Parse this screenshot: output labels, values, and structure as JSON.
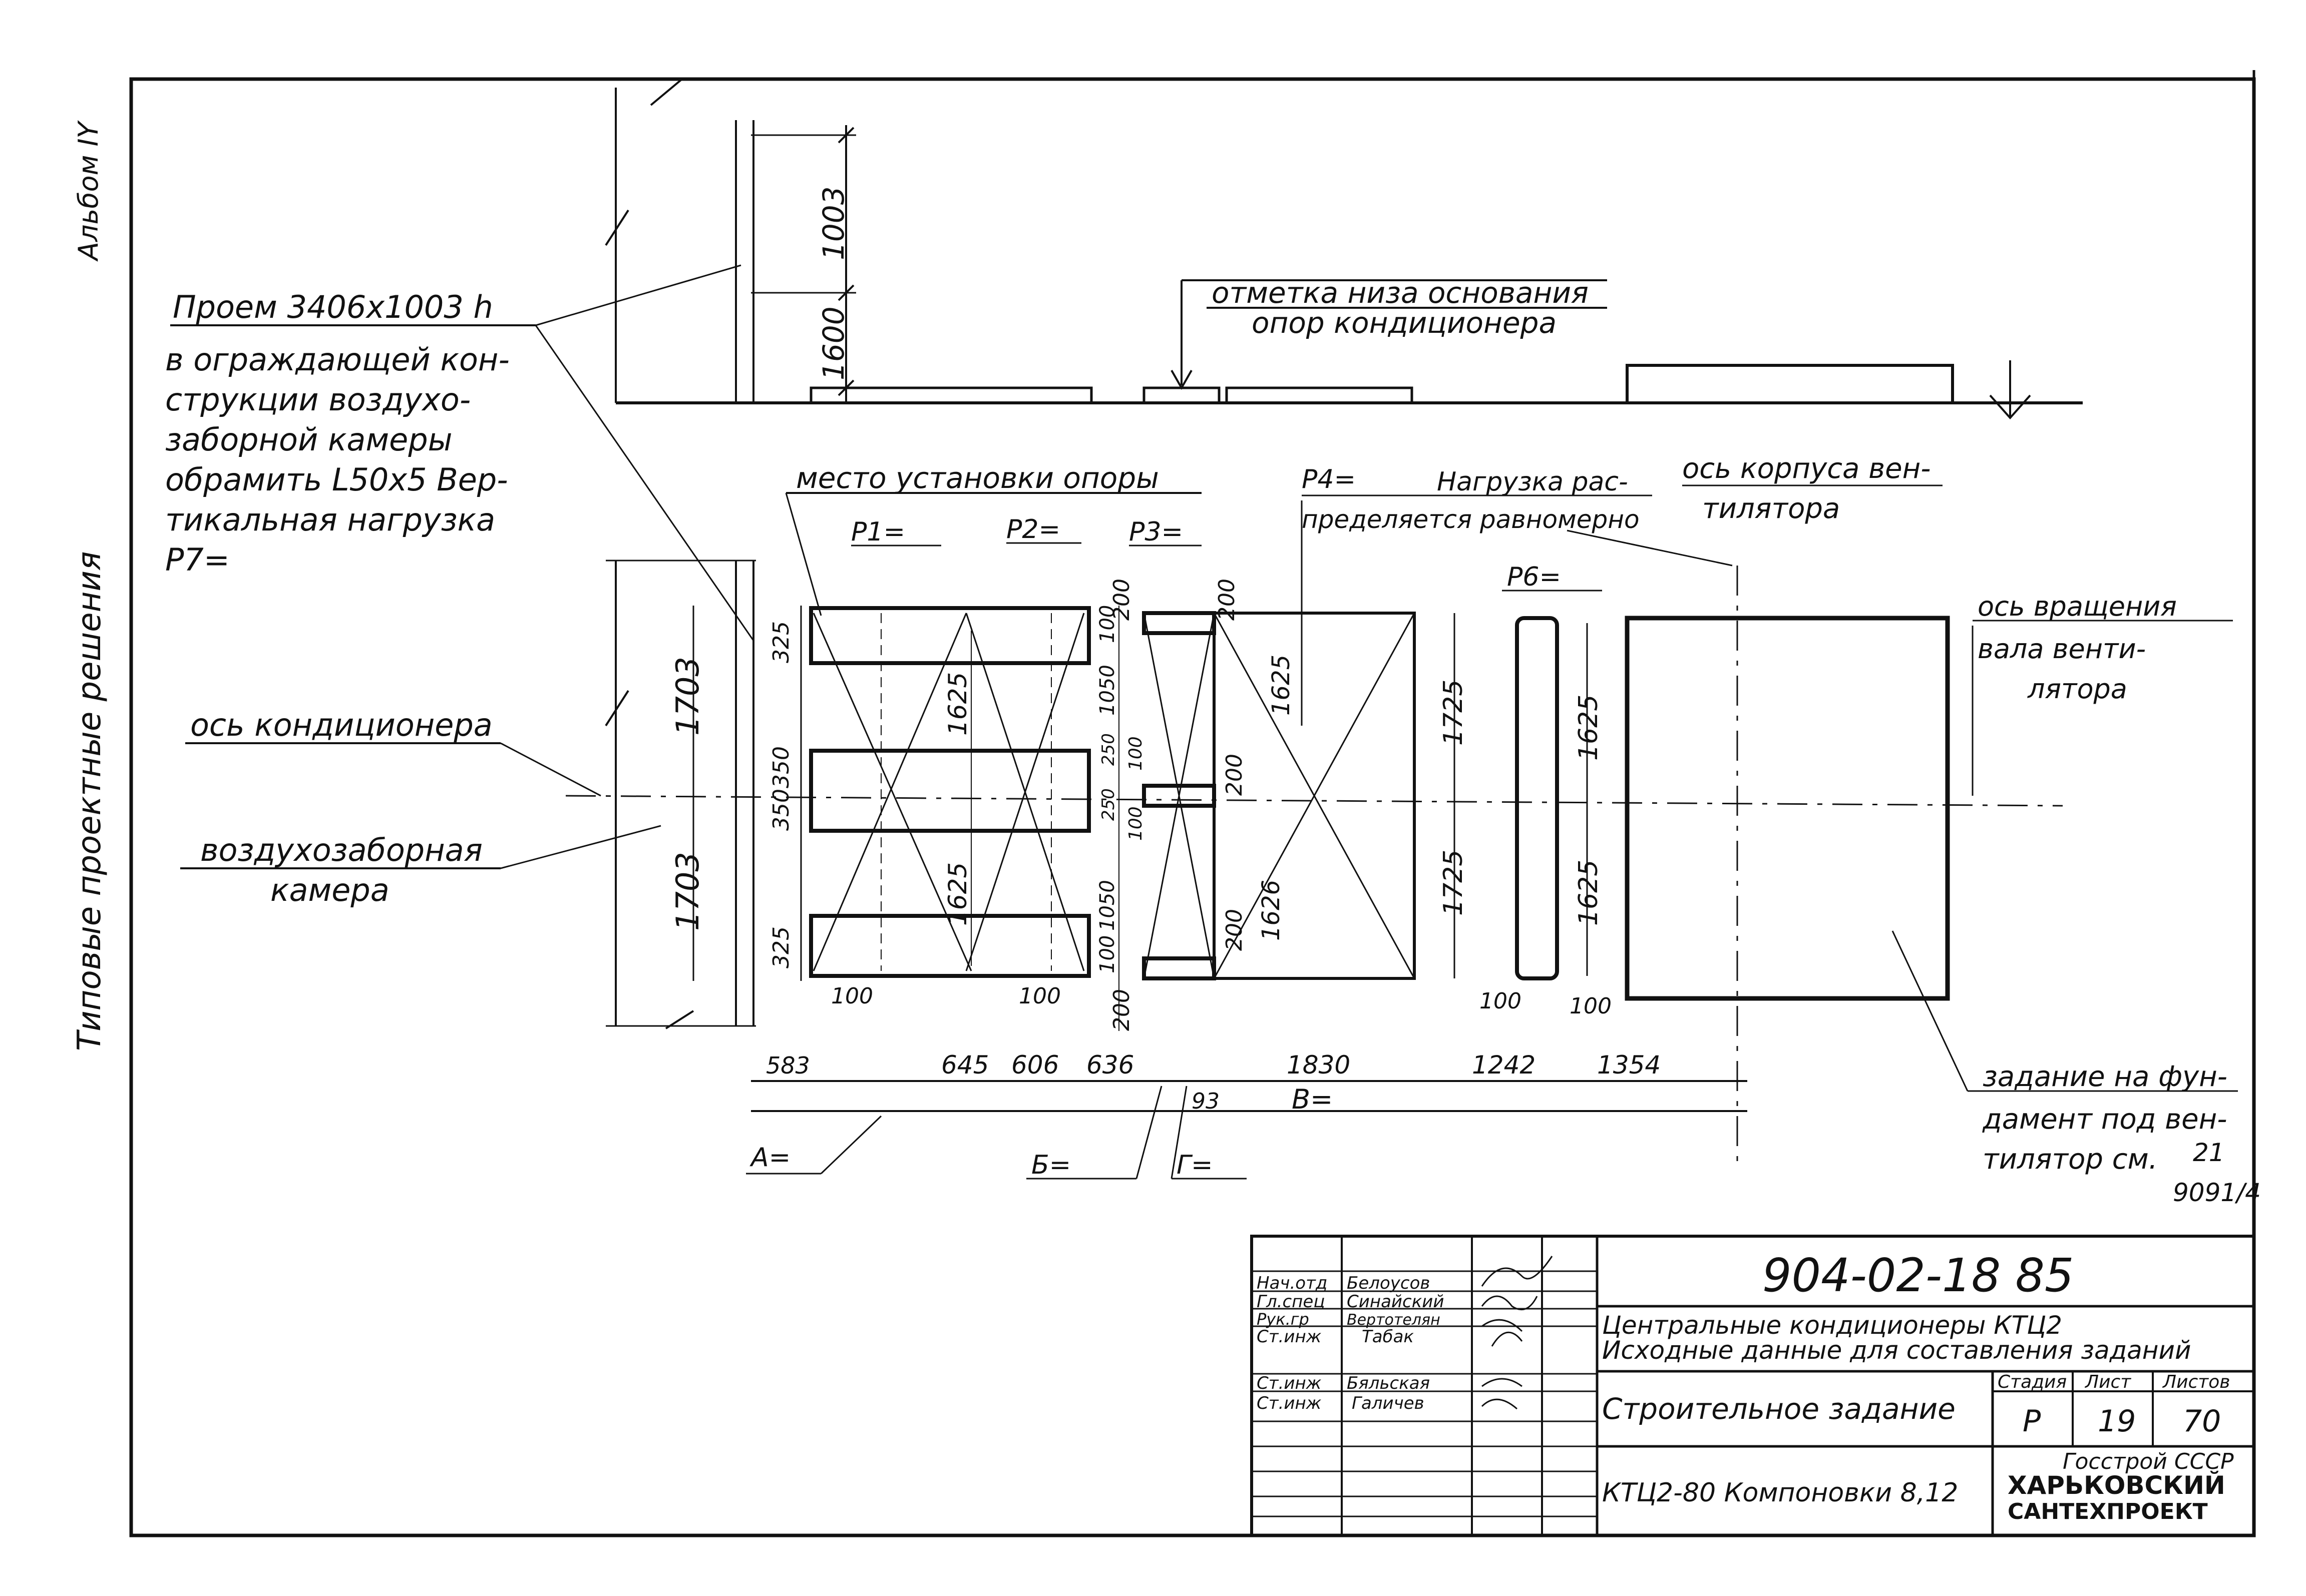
{
  "side_titles": {
    "album": "Альбом IY",
    "series": "Типовые проектные решения"
  },
  "elevation": {
    "dim_upper": "1003",
    "dim_lower": "1600",
    "base_mark_line1": "отметка низа основания",
    "base_mark_line2": "опор кондиционера"
  },
  "notes": {
    "opening": [
      "Проем 3406х1003 h",
      "в ограждающей кон-",
      "струкции воздухо-",
      "заборной камеры",
      "обрамить L50х5 Вер-",
      "тикальная нагрузка",
      "P7="
    ],
    "axis_conditioner": "ось кондиционера",
    "intake_chamber": [
      "воздухозаборная",
      "камера"
    ],
    "support_place": "место установки опоры",
    "p1": "P1=",
    "p2": "P2=",
    "p3": "P3=",
    "p4": "P4=",
    "p6": "P6=",
    "load_distributed": [
      "Нагрузка рас-",
      "пределяется равномерно"
    ],
    "fan_body_axis": [
      "ось корпуса вен-",
      "тилятора"
    ],
    "shaft_axis": [
      "ось вращения",
      "вала венти-",
      "лятора"
    ],
    "foundation_task": [
      "задание на фун-",
      "дамент под вен-",
      "тилятор см."
    ],
    "foundation_ref_top": "21",
    "foundation_ref_bottom": "9091/4",
    "a_label": "А=",
    "b_label": "Б=",
    "g_label": "Г=",
    "v_label": "В="
  },
  "dimensions": {
    "left_upper": "1703",
    "left_lower": "1703",
    "d325_top": "325",
    "d350_top": "350",
    "d350_bot": "350",
    "d325_bot": "325",
    "d1625_a": "1625",
    "d1625_b": "1625",
    "d200_top_a": "200",
    "d200_top_b": "200",
    "d100_a": "100",
    "d1050_top": "1050",
    "d250": "250",
    "d250b": "250",
    "d100_mid_a": "100",
    "d100_mid_b": "100",
    "d1050_bot": "1050",
    "d100_b": "100",
    "d200_bot": "200",
    "d200_mid": "200",
    "d200_low": "200",
    "d1625_c": "1625",
    "d1626": "1626",
    "d1725_a": "1725",
    "d1725_b": "1725",
    "d1625_r1": "1625",
    "d1625_r2": "1625",
    "d100_left1": "100",
    "d100_left2": "100",
    "d100_r1": "100",
    "d100_r2": "100",
    "h583": "583",
    "h645": "645",
    "h606": "606",
    "h636": "636",
    "h93": "93",
    "h1830": "1830",
    "h1242": "1242",
    "h1354": "1354"
  },
  "title_block": {
    "doc_number": "904-02-18 85",
    "desc_line1": "Центральные кондиционеры КТЦ2",
    "desc_line2": "Исходные данные для составления заданий",
    "task": "Строительное задание",
    "sheet_title": "КТЦ2-80 Компоновки 8,12",
    "stage_h": "Стадия",
    "sheet_h": "Лист",
    "sheets_h": "Листов",
    "stage": "Р",
    "sheet": "19",
    "sheets": "70",
    "org1": "Госстрой СССР",
    "org2": "ХАРЬКОВСКИЙ",
    "org3": "САНТЕХПРОЕКТ",
    "rows": [
      {
        "role": "Нач.отд",
        "name": "Белоусов"
      },
      {
        "role": "Гл.спец",
        "name": "Синайский"
      },
      {
        "role": "Рук.гр",
        "name": "Вертотелян"
      },
      {
        "role": "Ст.инж",
        "name": "Табак"
      },
      {
        "role": "Ст.инж",
        "name": "Бяльская"
      },
      {
        "role": "Ст.инж",
        "name": "Галичев"
      }
    ]
  }
}
